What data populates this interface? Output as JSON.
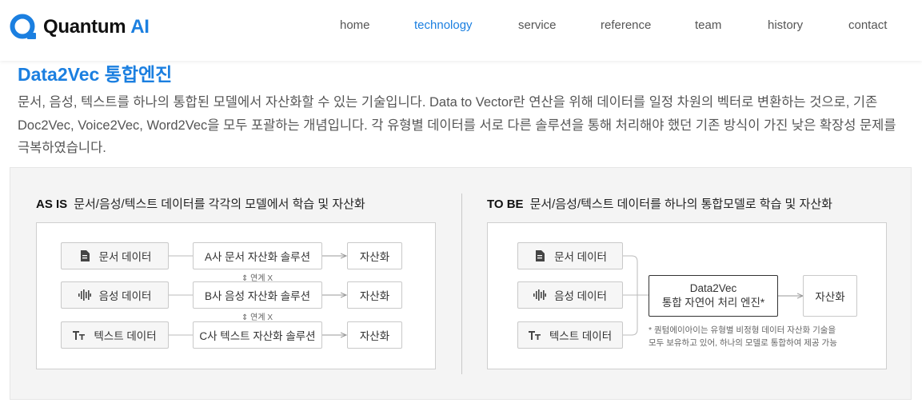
{
  "header": {
    "logo_word": "Quantum",
    "logo_ai": "AI",
    "nav": [
      {
        "label": "home",
        "active": false
      },
      {
        "label": "technology",
        "active": true
      },
      {
        "label": "service",
        "active": false
      },
      {
        "label": "reference",
        "active": false
      },
      {
        "label": "team",
        "active": false
      },
      {
        "label": "history",
        "active": false
      },
      {
        "label": "contact",
        "active": false
      }
    ]
  },
  "intro": {
    "title": "Data2Vec 통합엔진",
    "description": "문서, 음성, 텍스트를 하나의 통합된 모델에서 자산화할 수 있는 기술입니다. Data to Vector란 연산을 위해 데이터를 일정 차원의 벡터로 변환하는 것으로, 기존 Doc2Vec, Voice2Vec, Word2Vec을 모두 포괄하는 개념입니다. 각 유형별 데이터를 서로 다른 솔루션을 통해 처리해야 했던 기존 방식이 가진 낮은 확장성 문제를 극복하였습니다."
  },
  "as_is": {
    "tag": "AS IS",
    "heading": "문서/음성/텍스트 데이터를 각각의 모델에서 학습 및 자산화",
    "inputs": [
      "문서 데이터",
      "음성 데이터",
      "텍스트 데이터"
    ],
    "solutions": [
      "A사 문서 자산화 솔루션",
      "B사 음성 자산화 솔루션",
      "C사 텍스트 자산화 솔루션"
    ],
    "outputs": [
      "자산화",
      "자산화",
      "자산화"
    ],
    "link_notes": [
      "연계 X",
      "연계 X"
    ]
  },
  "to_be": {
    "tag": "TO BE",
    "heading": "문서/음성/텍스트 데이터를 하나의 통합모델로 학습 및 자산화",
    "inputs": [
      "문서 데이터",
      "음성 데이터",
      "텍스트 데이터"
    ],
    "engine_line1": "Data2Vec",
    "engine_line2": "통합 자연어 처리 엔진*",
    "output": "자산화",
    "footnote_line1": "* 퀀텀에이아이는 유형별 비정형 데이터 자산화 기술을",
    "footnote_line2": "모두 보유하고 있어, 하나의 모델로 통합하여 제공 가능"
  },
  "icons": {
    "document": "document-icon",
    "voice": "waveform-icon",
    "text": "text-type-icon",
    "updown": "up-down-arrow-icon"
  },
  "colors": {
    "accent": "#1b7fe0",
    "panel_bg": "#f4f4f4"
  }
}
